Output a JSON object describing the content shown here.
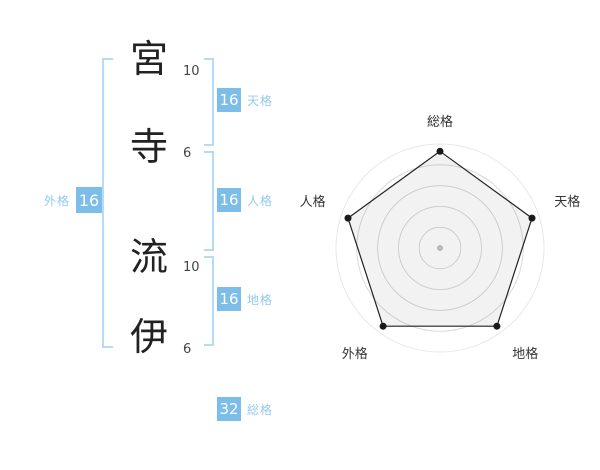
{
  "name": {
    "characters": [
      {
        "char": "宮",
        "strokes": "10"
      },
      {
        "char": "寺",
        "strokes": "6"
      },
      {
        "char": "流",
        "strokes": "10"
      },
      {
        "char": "伊",
        "strokes": "6"
      }
    ]
  },
  "grades": {
    "tenkaku": {
      "label": "天格",
      "value": "16"
    },
    "jinkaku": {
      "label": "人格",
      "value": "16"
    },
    "chikaku": {
      "label": "地格",
      "value": "16"
    },
    "gaikaku": {
      "label": "外格",
      "value": "16"
    },
    "soukaku": {
      "label": "総格",
      "value": "32"
    }
  },
  "colors": {
    "badge_blue": "#7DBDE9",
    "label_blue": "#94C9EE",
    "bracket_blue": "#B5DBF5",
    "chart_line": "#222222",
    "chart_ring": "#d9d9d9"
  },
  "chart_data": {
    "type": "radar",
    "axes": [
      "総格",
      "天格",
      "地格",
      "外格",
      "人格"
    ],
    "values": [
      32,
      16,
      16,
      16,
      16
    ],
    "plot_radius_fraction": 0.93,
    "rings": 5,
    "grid": "concentric-circles",
    "legend": "none",
    "title": ""
  }
}
